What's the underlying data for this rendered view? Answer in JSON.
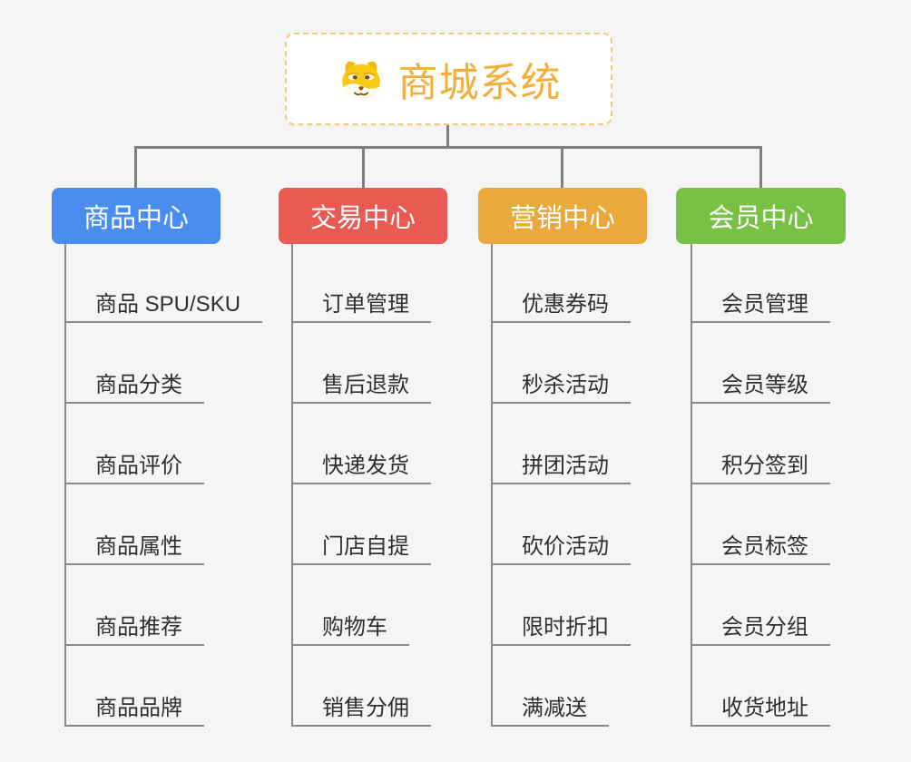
{
  "root": {
    "title": "商城系统",
    "icon": "dog-face-icon",
    "title_color": "#f4ae3b",
    "border_color": "#f2c97e"
  },
  "branches": [
    {
      "label": "商品中心",
      "color": "#4b8cf0",
      "items": [
        "商品 SPU/SKU",
        "商品分类",
        "商品评价",
        "商品属性",
        "商品推荐",
        "商品品牌"
      ]
    },
    {
      "label": "交易中心",
      "color": "#e95a53",
      "items": [
        "订单管理",
        "售后退款",
        "快递发货",
        "门店自提",
        "购物车",
        "销售分佣"
      ]
    },
    {
      "label": "营销中心",
      "color": "#e9a93c",
      "items": [
        "优惠券码",
        "秒杀活动",
        "拼团活动",
        "砍价活动",
        "限时折扣",
        "满减送"
      ]
    },
    {
      "label": "会员中心",
      "color": "#77c144",
      "items": [
        "会员管理",
        "会员等级",
        "积分签到",
        "会员标签",
        "会员分组",
        "收货地址"
      ]
    }
  ],
  "style": {
    "background_color": "#f5f5f5",
    "connector_color": "#7f7f7f",
    "underline_color": "#8a8a8a",
    "leaf_text_color": "#2f2f2f"
  }
}
